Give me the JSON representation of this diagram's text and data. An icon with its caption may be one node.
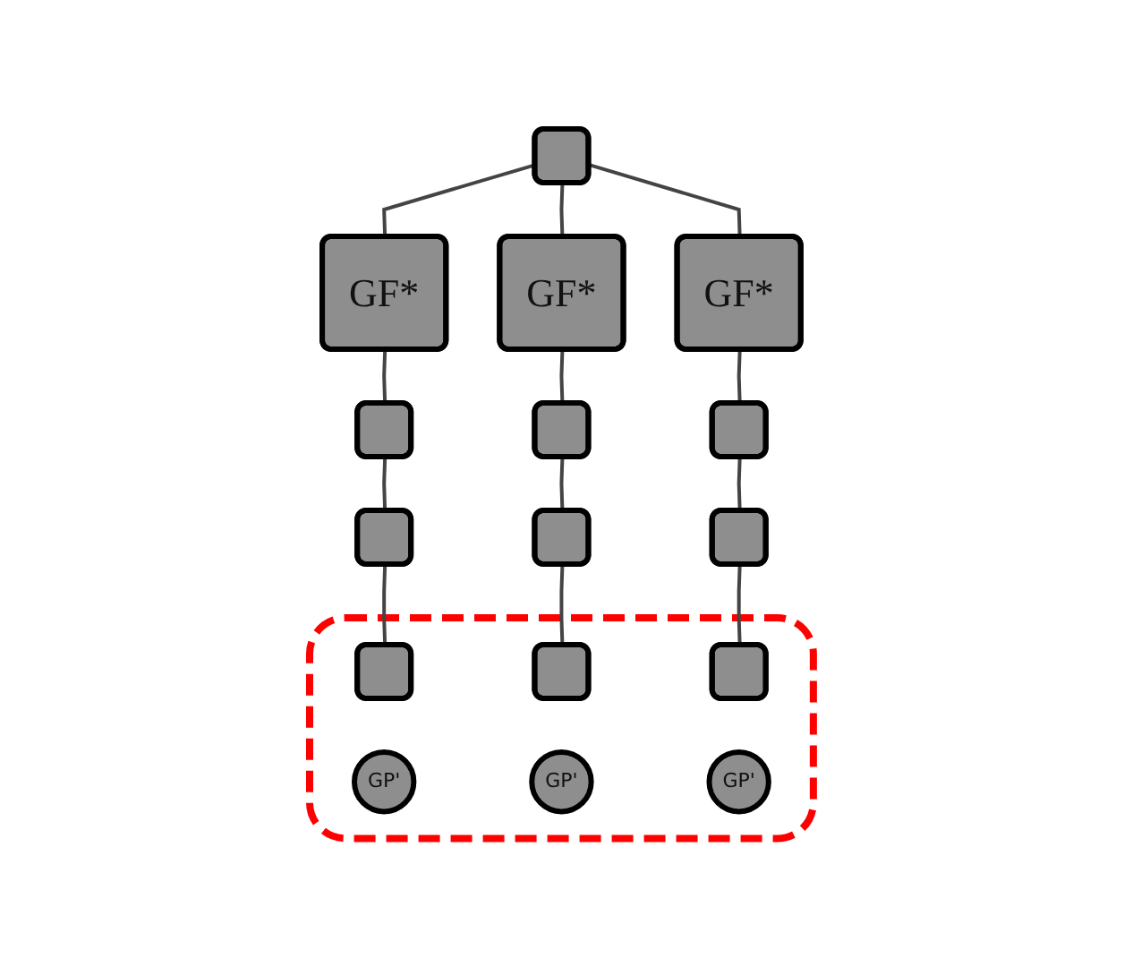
{
  "diagram": {
    "nodes": [
      {
        "text": [],
        "shape": "box"
      },
      {
        "text": [
          "GF*"
        ]
      },
      {
        "text": [
          "GF*"
        ]
      },
      {
        "text": [
          "GF*"
        ]
      },
      {
        "text": [],
        "shape": "box"
      },
      {
        "text": [],
        "shape": "box"
      },
      {
        "text": [],
        "shape": "box"
      },
      {
        "text": [],
        "shape": "box"
      },
      {
        "text": [],
        "shape": "box"
      },
      {
        "text": [],
        "shape": "box"
      },
      {
        "text": [],
        "shape": "box"
      },
      {
        "text": [],
        "shape": "box",
        "in": 10
      },
      {
        "text": [],
        "shape": "box",
        "in": 10
      },
      {
        "text": [],
        "shape": "box",
        "in": 10
      },
      {
        "text": [
          "GP'"
        ],
        "in": 10
      },
      {
        "text": [
          "GP'"
        ],
        "in": 10
      },
      {
        "text": [
          "GP'"
        ],
        "in": 10
      }
    ],
    "edges": [
      {
        "from": 0,
        "to": 1,
        "arrow": "none"
      },
      {
        "from": 0,
        "to": 2,
        "arrow": "none"
      },
      {
        "from": 0,
        "to": 3,
        "arrow": "none"
      },
      {
        "from": 1,
        "to": 4,
        "arrow": "none"
      },
      {
        "from": 2,
        "to": 5,
        "arrow": "none"
      },
      {
        "from": 3,
        "to": 6,
        "arrow": "none"
      },
      {
        "from": 4,
        "to": 7,
        "arrow": "none"
      },
      {
        "from": 5,
        "to": 8,
        "arrow": "none"
      },
      {
        "from": 6,
        "to": 9,
        "arrow": "none"
      },
      {
        "from": 7,
        "to": 11,
        "arrow": "none"
      },
      {
        "from": 8,
        "to": 12,
        "arrow": "none"
      },
      {
        "from": 9,
        "to": 13,
        "arrow": "none"
      }
    ]
  }
}
